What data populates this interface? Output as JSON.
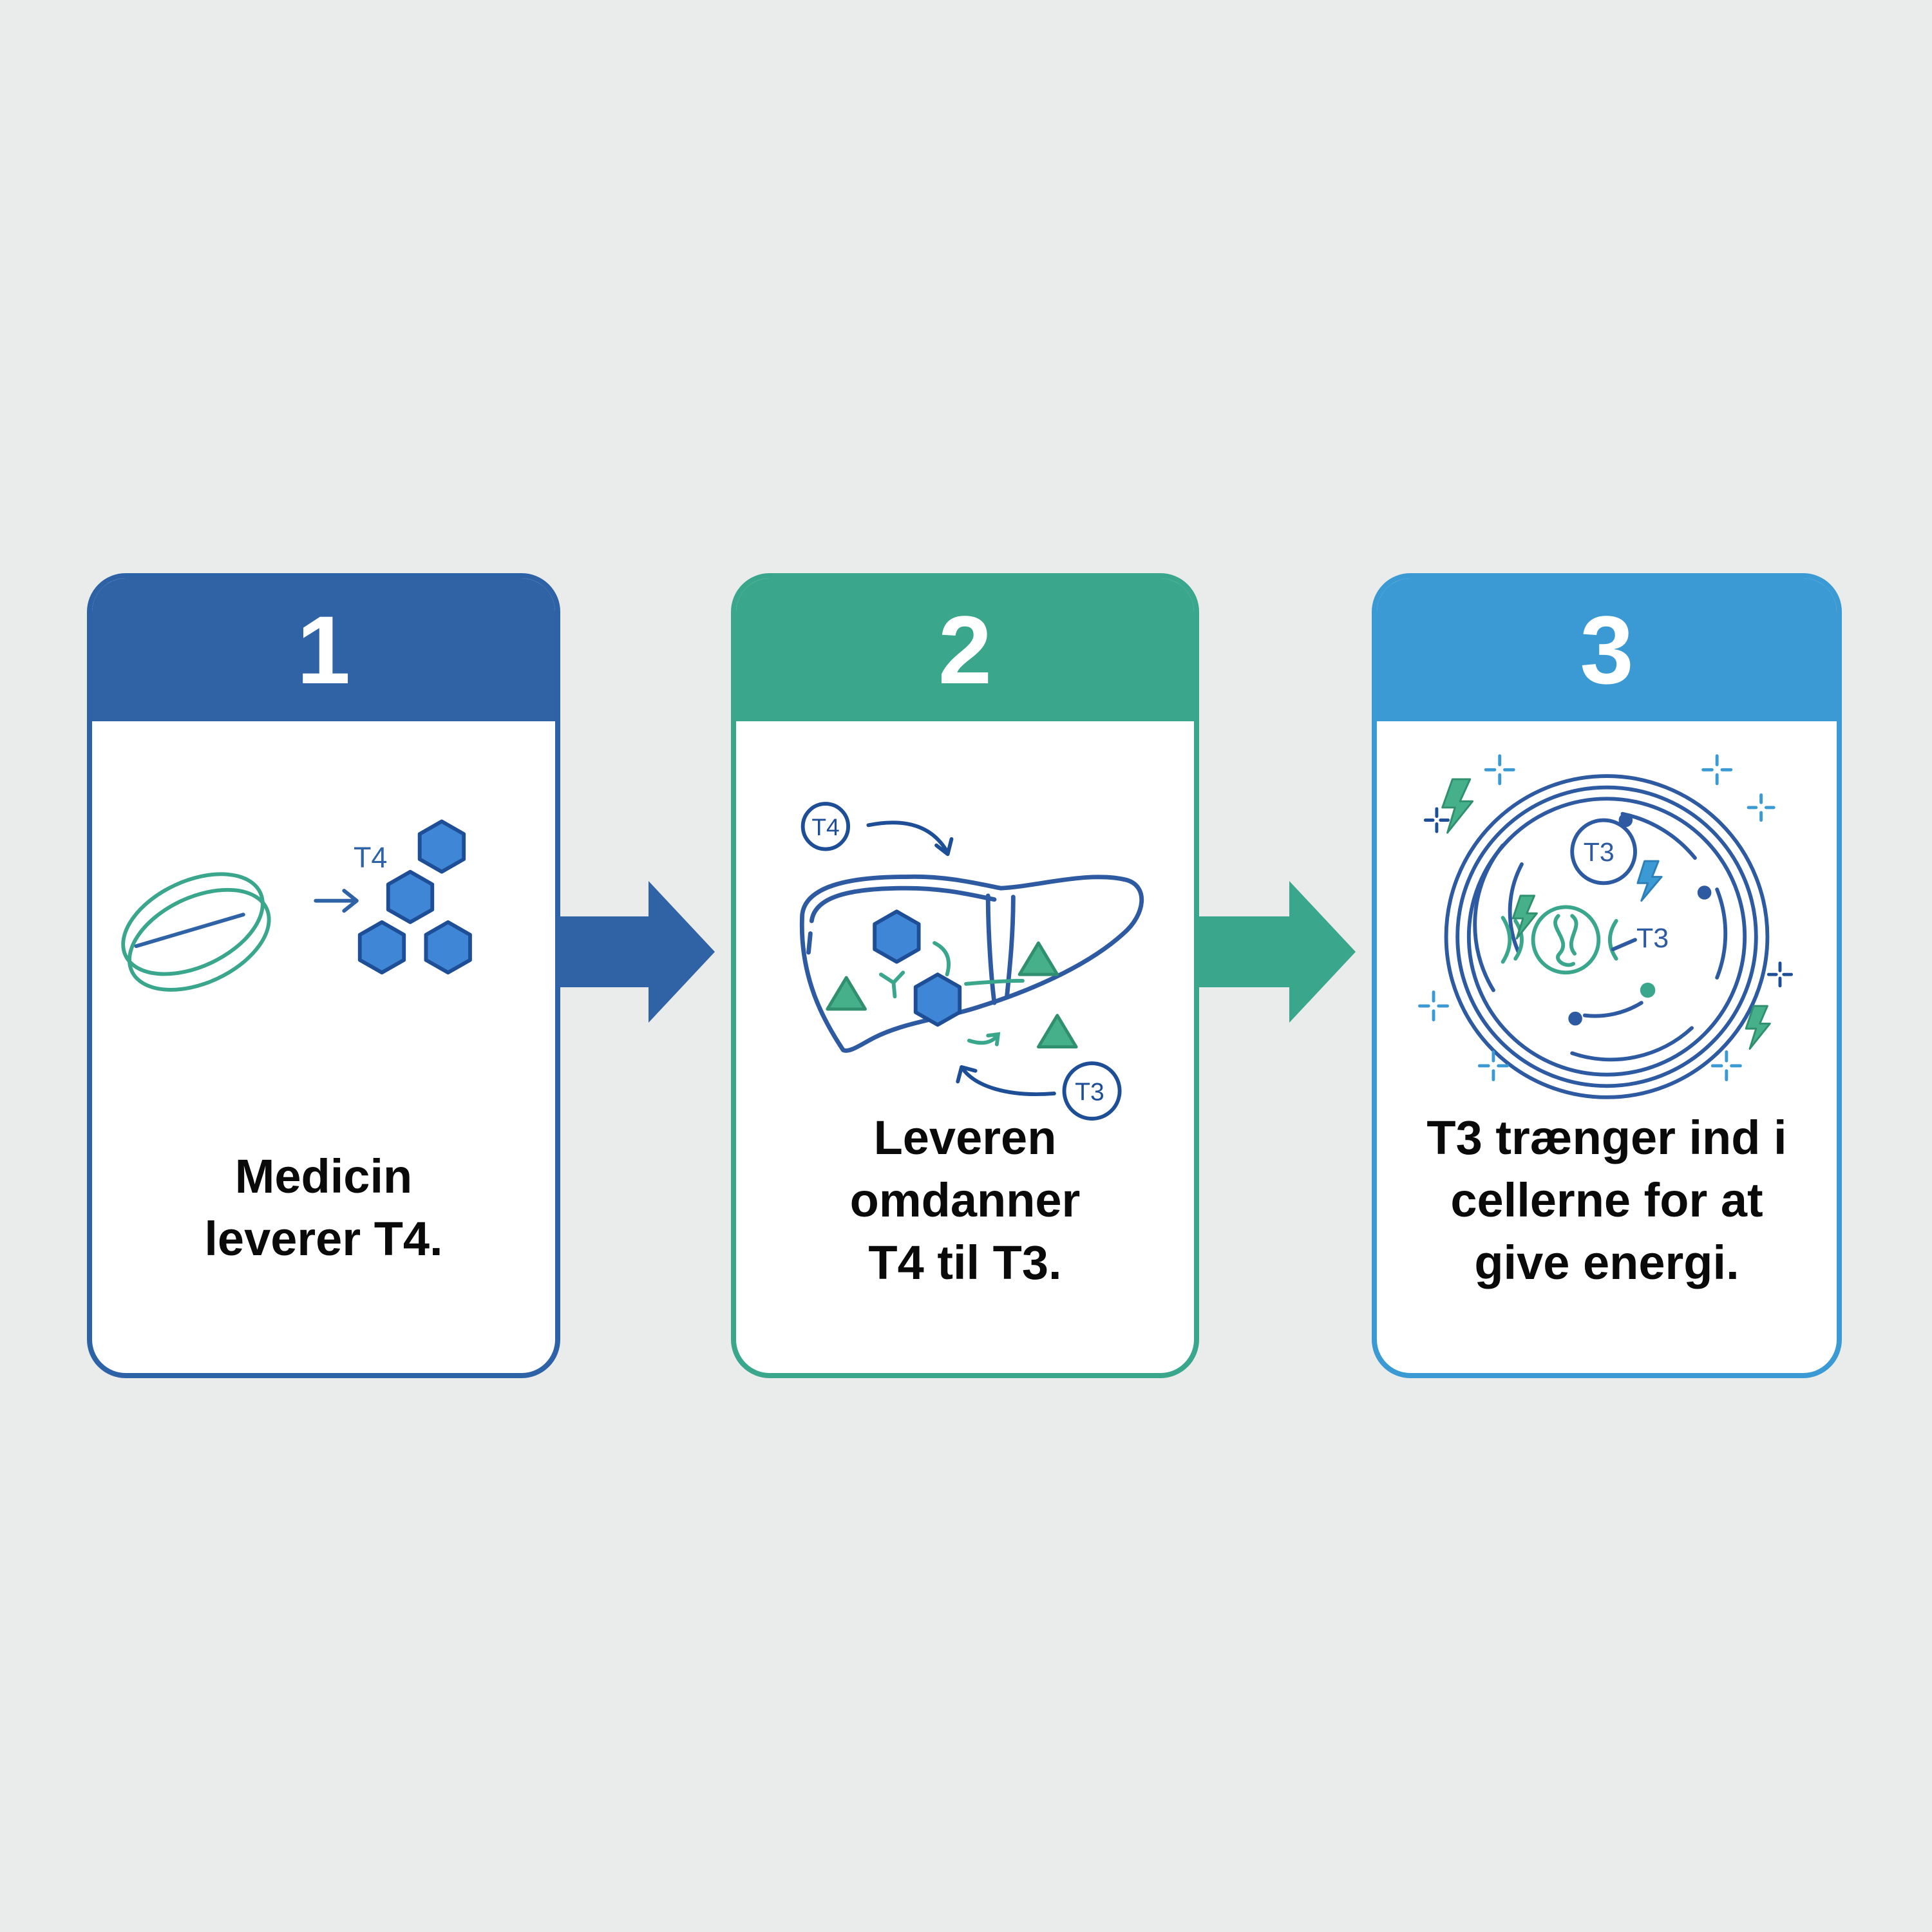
{
  "steps": [
    {
      "number": "1",
      "text": "Medicin\nleverer T4.",
      "color": "#2f63a6",
      "icon": "pill-to-molecule-icon"
    },
    {
      "number": "2",
      "text": "Leveren\nomdanner\nT4 til T3.",
      "color": "#3aa68c",
      "icon": "liver-conversion-icon"
    },
    {
      "number": "3",
      "text": "T3 trænger ind i\ncellerne for at\ngive energi.",
      "color": "#3b9ad3",
      "icon": "cell-energy-icon"
    }
  ],
  "labels": {
    "t4": "T4",
    "t3": "T3"
  },
  "colors": {
    "blue": "#2f63a6",
    "green": "#3aa68c",
    "light_blue": "#3b9ad3",
    "hexagon_fill": "#3f86d6",
    "triangle_fill": "#45b08a"
  }
}
